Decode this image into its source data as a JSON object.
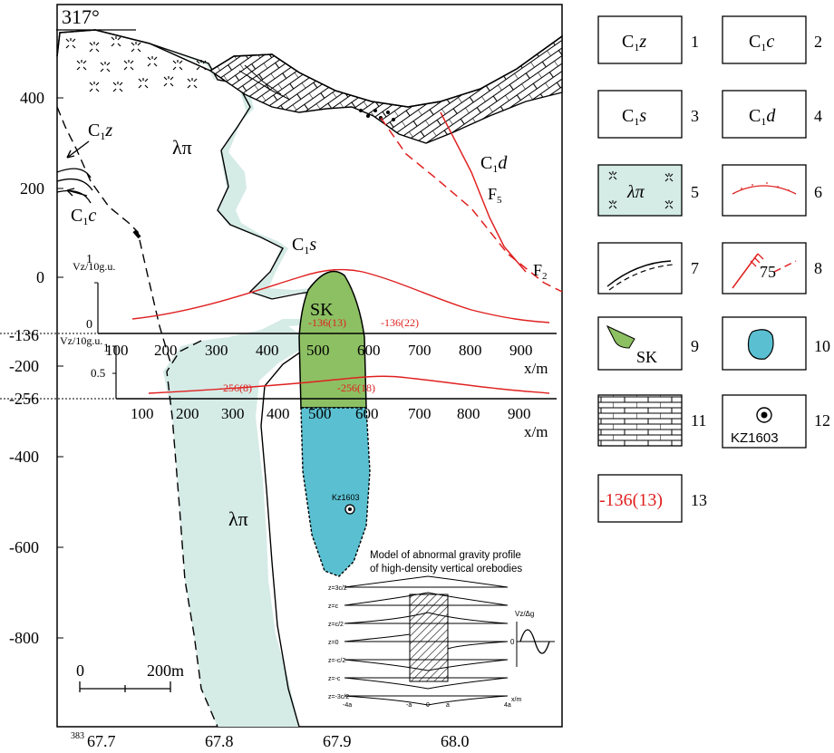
{
  "section": {
    "azimuth": "317°",
    "y_axis_labels": [
      "400",
      "200",
      "0",
      "-136",
      "-200",
      "-256",
      "-400",
      "-600",
      "-800"
    ],
    "x_axis_labels": [
      "67.7",
      "67.8",
      "67.9",
      "68.0"
    ],
    "x_axis_prefix": "383",
    "scale_bar": {
      "start": "0",
      "end": "200m"
    }
  },
  "units": {
    "c1z": {
      "main": "C",
      "sub": "1",
      "suffix": "z"
    },
    "c1c": {
      "main": "C",
      "sub": "1",
      "suffix": "c"
    },
    "c1s": {
      "main": "C",
      "sub": "1",
      "suffix": "s"
    },
    "c1d": {
      "main": "C",
      "sub": "1",
      "suffix": "d"
    },
    "porphyry": "λπ",
    "skarn": "SK"
  },
  "faults": {
    "f5": {
      "main": "F",
      "sub": "5"
    },
    "f2": {
      "main": "F",
      "sub": "2"
    }
  },
  "profiles": {
    "upper": {
      "ylabel": "Vz/10g.u.",
      "yticks": [
        "1",
        "0"
      ],
      "xticks": [
        "100",
        "200",
        "300",
        "400",
        "500",
        "600",
        "700",
        "800",
        "900"
      ],
      "xlabel": "x/m",
      "annotations": [
        "-136(13)",
        "-136(22)"
      ]
    },
    "lower": {
      "ylabel": "Vz/10g.u.",
      "yticks": [
        "1",
        "0.5"
      ],
      "xticks": [
        "100",
        "200",
        "300",
        "400",
        "500",
        "600",
        "700",
        "800",
        "900"
      ],
      "xlabel": "x/m",
      "annotations": [
        "-256(8)",
        "-256(18)"
      ]
    }
  },
  "borehole": "Kz1603",
  "model_inset": {
    "title_line1": "Model of abnormal gravity profile",
    "title_line2": "of high-density vertical orebodies",
    "z_labels": [
      "z=3c/2",
      "z=c",
      "z=c/2",
      "z=0",
      "z=-c/2",
      "z=-c",
      "z=-3c/2"
    ],
    "x_ticks": [
      "-4a",
      "-a",
      "0",
      "a",
      "4a"
    ],
    "x_label": "x/m",
    "vz_label": "Vz/Δg",
    "zero_label": "0"
  },
  "legend": [
    {
      "num": "1",
      "label": {
        "main": "C",
        "sub": "1",
        "suffix": "z"
      }
    },
    {
      "num": "2",
      "label": {
        "main": "C",
        "sub": "1",
        "suffix": "c"
      }
    },
    {
      "num": "3",
      "label": {
        "main": "C",
        "sub": "1",
        "suffix": "s"
      }
    },
    {
      "num": "4",
      "label": {
        "main": "C",
        "sub": "1",
        "suffix": "d"
      }
    },
    {
      "num": "5",
      "label": "λπ"
    },
    {
      "num": "6"
    },
    {
      "num": "7"
    },
    {
      "num": "8",
      "label": "75"
    },
    {
      "num": "9",
      "label": "SK"
    },
    {
      "num": "10"
    },
    {
      "num": "11"
    },
    {
      "num": "12",
      "label": "KZ1603"
    },
    {
      "num": "13",
      "label": "-136(13)"
    }
  ],
  "colors": {
    "porphyry_fill": "#d5ebe6",
    "skarn_fill": "#8dc063",
    "orebody_fill": "#5ac0d1",
    "anomaly_line": "#e02020"
  }
}
